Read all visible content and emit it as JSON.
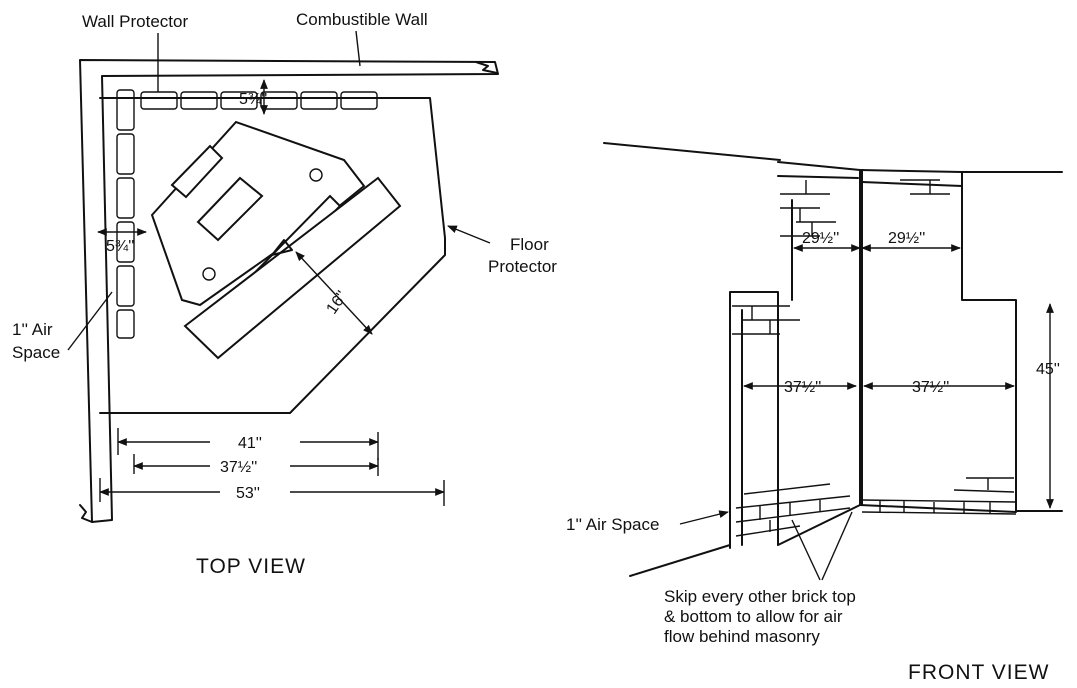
{
  "top_view": {
    "title": "TOP VIEW",
    "labels": {
      "wall_protector": "Wall Protector",
      "combustible_wall": "Combustible Wall",
      "floor_protector_line1": "Floor",
      "floor_protector_line2": "Protector",
      "air_space_line1": "1'' Air",
      "air_space_line2": "Space"
    },
    "dimensions": {
      "top_clearance": "5¾''",
      "side_clearance": "5¾''",
      "front_clearance": "16''",
      "dim_41": "41''",
      "dim_37_5": "37½''",
      "dim_53": "53''"
    }
  },
  "front_view": {
    "title": "FRONT VIEW",
    "labels": {
      "air_space": "1'' Air Space",
      "note_line1": "Skip every other brick top",
      "note_line2": "& bottom to allow for air",
      "note_line3": "flow behind masonry"
    },
    "dimensions": {
      "upper_left": "29½''",
      "upper_right": "29½''",
      "lower_left": "37½''",
      "lower_right": "37½''",
      "height": "45''"
    }
  }
}
